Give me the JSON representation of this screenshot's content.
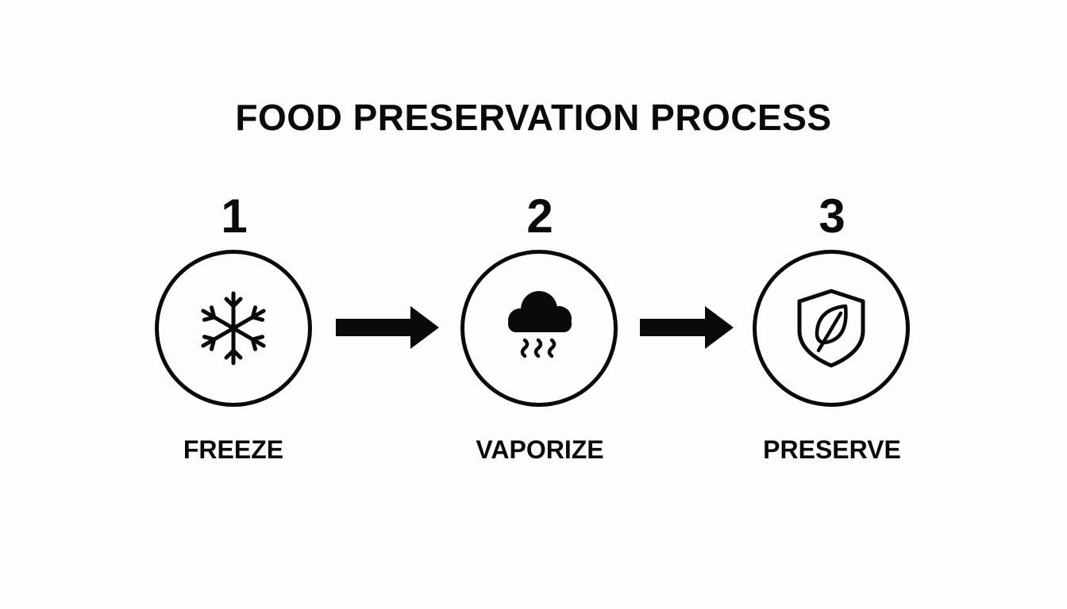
{
  "diagram": {
    "title": "FOOD PRESERVATION PROCESS",
    "steps": [
      {
        "number": "1",
        "label": "FREEZE",
        "icon": "snowflake-icon"
      },
      {
        "number": "2",
        "label": "VAPORIZE",
        "icon": "cloud-vapor-icon"
      },
      {
        "number": "3",
        "label": "PRESERVE",
        "icon": "shield-leaf-icon"
      }
    ],
    "colors": {
      "ink": "#0a0a0a",
      "background": "#fdfdfd"
    }
  }
}
